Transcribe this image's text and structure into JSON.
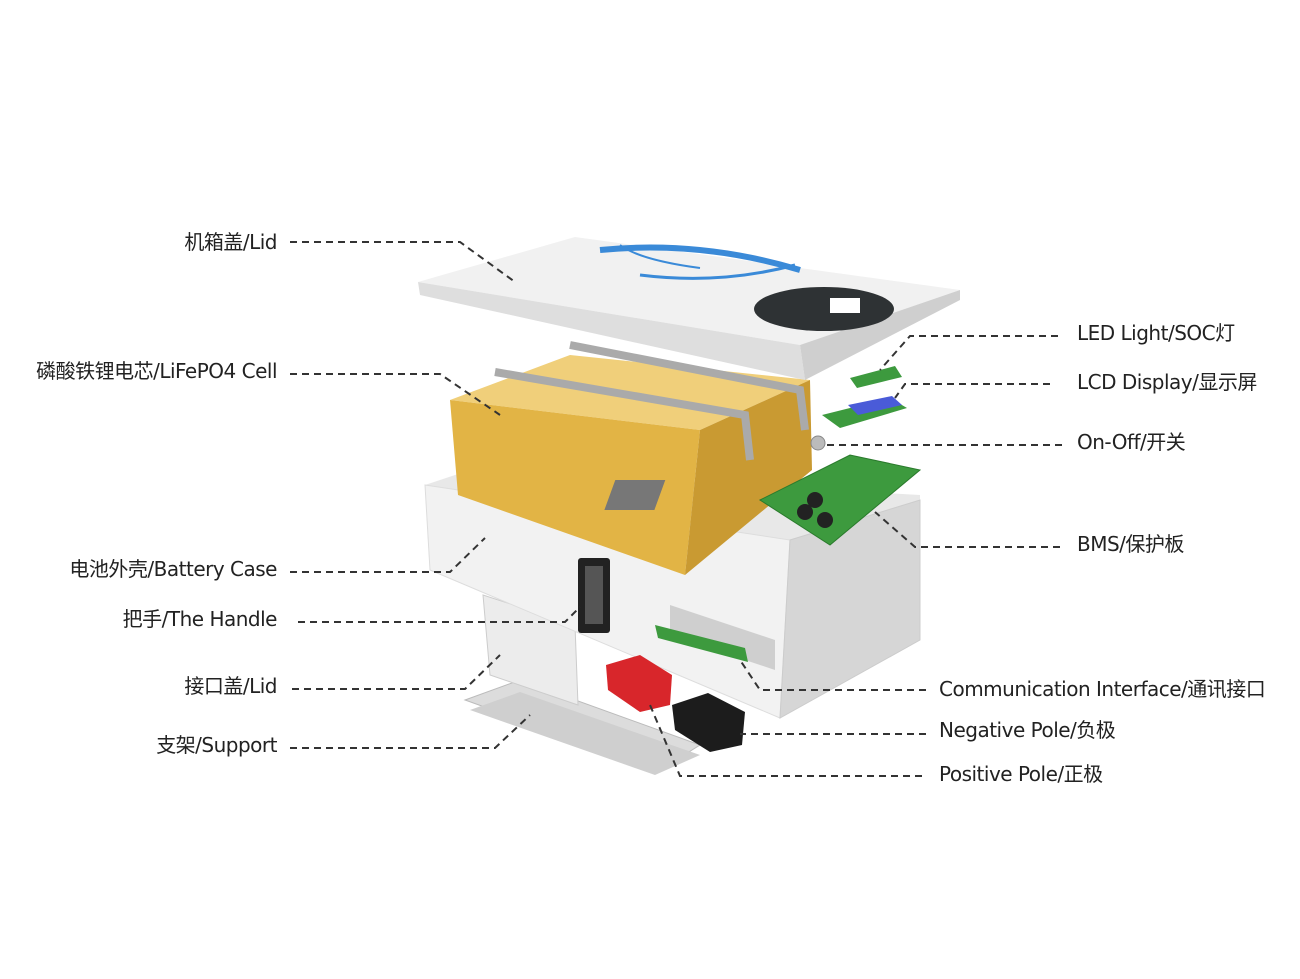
{
  "title": "Battery exploded view",
  "labels_left": [
    {
      "id": "lid",
      "text": "机箱盖/Lid"
    },
    {
      "id": "cell",
      "text": "磷酸铁锂电芯/LiFePO4 Cell"
    },
    {
      "id": "case",
      "text": "电池外壳/Battery Case"
    },
    {
      "id": "handle",
      "text": "把手/The Handle"
    },
    {
      "id": "port-lid",
      "text": "接口盖/Lid"
    },
    {
      "id": "support",
      "text": "支架/Support"
    }
  ],
  "labels_right": [
    {
      "id": "led",
      "text": "LED Light/SOC灯"
    },
    {
      "id": "lcd",
      "text": "LCD Display/显示屏"
    },
    {
      "id": "switch",
      "text": "On-Off/开关"
    },
    {
      "id": "bms",
      "text": "BMS/保护板"
    },
    {
      "id": "comm",
      "text": "Communication Interface/通讯接口"
    },
    {
      "id": "neg",
      "text": "Negative Pole/负极"
    },
    {
      "id": "pos",
      "text": "Positive Pole/正极"
    }
  ],
  "colors": {
    "accent": "#3a8ad8",
    "cell": "#e2b445",
    "pcb": "#3d9a3e",
    "red": "#d8262b",
    "black": "#1c1c1c"
  }
}
